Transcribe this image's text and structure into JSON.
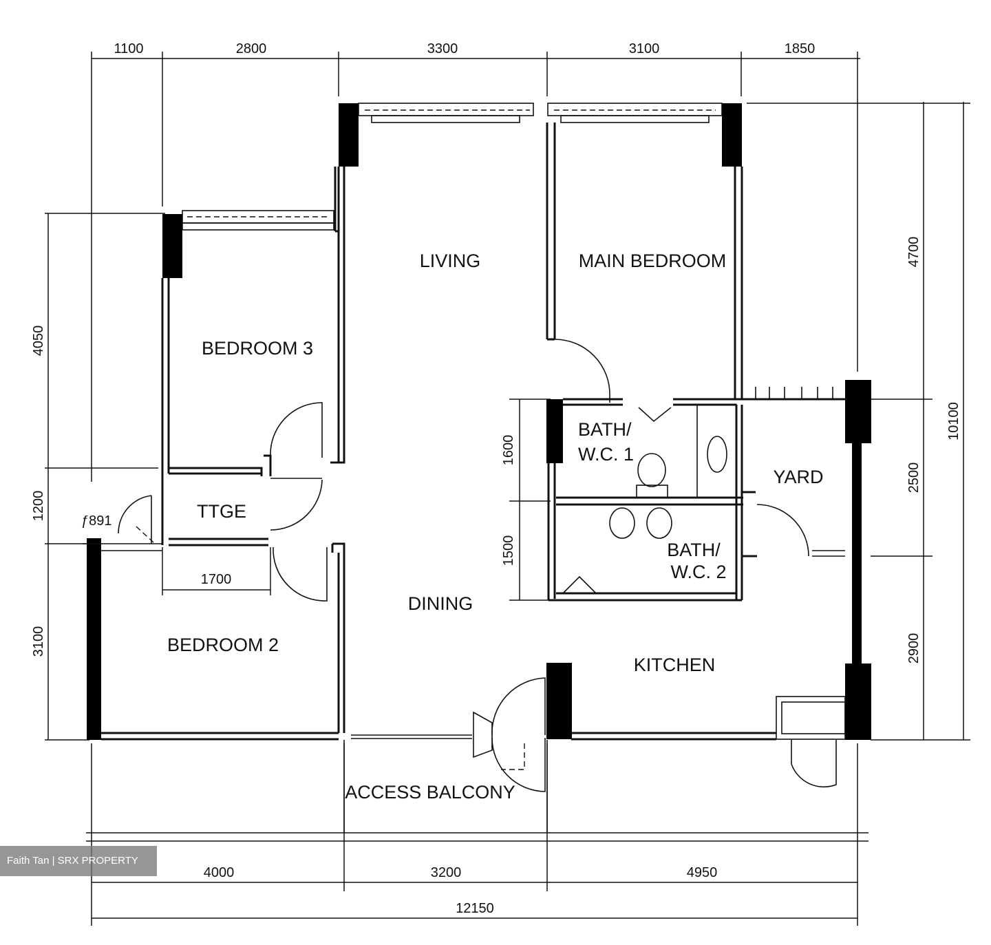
{
  "rooms": {
    "living": "LIVING",
    "main_bedroom": "MAIN BEDROOM",
    "bedroom3": "BEDROOM 3",
    "bedroom2": "BEDROOM 2",
    "store": "TTGE",
    "dining": "DINING",
    "bath_wc1_line1": "BATH/",
    "bath_wc1_line2": "W.C. 1",
    "yard": "YARD",
    "bath_wc2_line1": "BATH/",
    "bath_wc2_line2": "W.C. 2",
    "kitchen": "KITCHEN",
    "access_balcony": "ACCESS BALCONY",
    "bomb_shelter_partial": "ƒ891"
  },
  "dimensions": {
    "top": [
      "1100",
      "2800",
      "3300",
      "3100",
      "1850"
    ],
    "bottom": [
      "4000",
      "3200",
      "4950"
    ],
    "overall_width": "12150",
    "left": [
      "4050",
      "1200",
      "3100"
    ],
    "right": [
      "4700",
      "2500",
      "2900"
    ],
    "overall_depth": "10100",
    "inner_1700": "1700",
    "inner_1600": "1600",
    "inner_1500": "1500"
  },
  "watermark": "Faith Tan | SRX PROPERTY"
}
